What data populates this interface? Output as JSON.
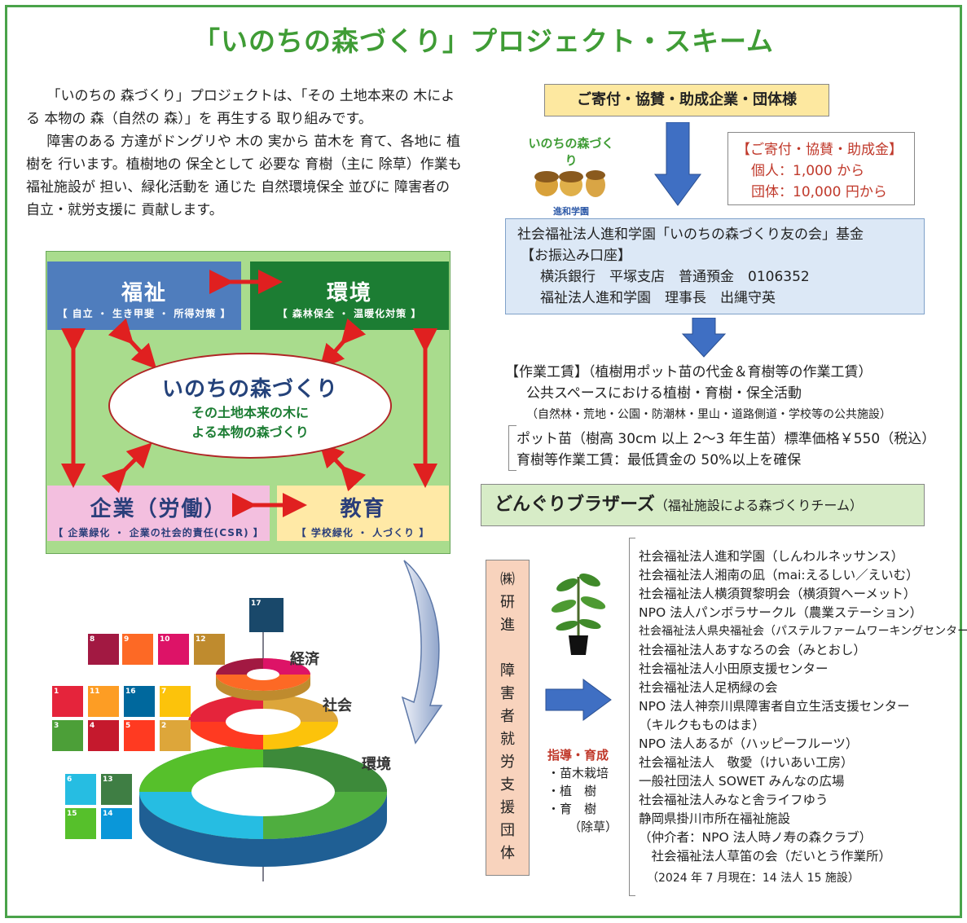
{
  "title": "「いのちの森づくり」プロジェクト・スキーム",
  "intro": {
    "p1": "「いのちの 森づくり」プロジェクトは、「その 土地本来の 木による 本物の 森（自然の 森）」を 再生する 取り組みです。",
    "p2": "障害のある 方達がドングリや 木の 実から 苗木を 育て、各地に 植樹を 行います。植樹地の 保全として 必要な 育樹（主に 除草）作業も 福祉施設が 担い、緑化活動を 通じた 自然環境保全 並びに 障害者の 自立・就労支援に 貢献します。"
  },
  "diagram": {
    "fukushi": {
      "title": "福祉",
      "sub": "【 自立 ・ 生き甲斐 ・ 所得対策 】"
    },
    "kankyo": {
      "title": "環境",
      "sub": "【 森林保全 ・ 温暖化対策 】"
    },
    "kigyo": {
      "title": "企業（労働）",
      "sub": "【 企業緑化 ・ 企業の社会的責任(CSR) 】"
    },
    "kyoiku": {
      "title": "教育",
      "sub": "【 学校緑化 ・ 人づくり 】"
    },
    "center": {
      "title": "いのちの森づくり",
      "line1": "その土地本来の木に",
      "line2": "よる本物の森づくり"
    }
  },
  "sdg": {
    "labels": {
      "keizai": "経済",
      "shakai": "社会",
      "kankyo": "環境"
    },
    "tiles": [
      {
        "num": "17",
        "color": "#19486a"
      },
      {
        "num": "8",
        "color": "#a21942"
      },
      {
        "num": "9",
        "color": "#fd6925"
      },
      {
        "num": "10",
        "color": "#dd1367"
      },
      {
        "num": "12",
        "color": "#bf8b2e"
      },
      {
        "num": "1",
        "color": "#e5243b"
      },
      {
        "num": "11",
        "color": "#fd9d24"
      },
      {
        "num": "16",
        "color": "#00689d"
      },
      {
        "num": "7",
        "color": "#fcc30b"
      },
      {
        "num": "3",
        "color": "#4c9f38"
      },
      {
        "num": "4",
        "color": "#c5192d"
      },
      {
        "num": "5",
        "color": "#ff3a21"
      },
      {
        "num": "2",
        "color": "#dda63a"
      },
      {
        "num": "6",
        "color": "#26bde2"
      },
      {
        "num": "13",
        "color": "#3f7e44"
      },
      {
        "num": "15",
        "color": "#56c02b"
      },
      {
        "num": "14",
        "color": "#0a97d9"
      }
    ]
  },
  "donor": "ご寄付・協賛・助成企業・団体様",
  "logo": {
    "title": "いのちの森づくり",
    "sub": "進和学園"
  },
  "amounts": {
    "head": "【ご寄付・協賛・助成金】",
    "individual": "個人：1,000 から",
    "group": "団体：10,000 円から"
  },
  "fund": {
    "l1": "社会福祉法人進和学園「いのちの森づくり友の会」基金",
    "l2": "【お振込み口座】",
    "l3": "横浜銀行　平塚支店　普通預金　0106352",
    "l4": "福祉法人進和学園　理事長　出縄守英"
  },
  "work": {
    "l1": "【作業工賃】（植樹用ポット苗の代金＆育樹等の作業工賃）",
    "l2": "公共スペースにおける植樹・育樹・保全活動",
    "l3": "（自然林・荒地・公園・防潮林・里山・道路側道・学校等の公共施設）"
  },
  "price": {
    "l1": "ポット苗（樹高 30cm 以上 2～3 年生苗）標準価格￥550（税込）",
    "l2": "育樹等作業工賃：最低賃金の 50%以上を確保"
  },
  "team": {
    "bold": "どんぐりブラザーズ",
    "sub": "（福祉施設による森づくりチーム）"
  },
  "kenshin": [
    "㈱",
    "研",
    "進",
    "",
    "障",
    "害",
    "者",
    "就",
    "労",
    "支",
    "援",
    "団",
    "体"
  ],
  "shido": {
    "head": "指導・育成",
    "i1": "・苗木栽培",
    "i2": "・植　樹",
    "i3": "・育　樹",
    "i4": "（除草）"
  },
  "orgs": [
    "社会福祉法人進和学園（しんわルネッサンス）",
    "社会福祉法人湘南の凪（mai:えるしい／えいむ）",
    "社会福祉法人横須賀黎明会（横須賀ヘーメット）",
    "NPO 法人パンボラサークル（農業ステーション）",
    "社会福祉法人県央福祉会（パステルファームワーキングセンター",
    "社会福祉法人あすなろの会（みとおし）",
    "社会福祉法人小田原支援センター",
    "社会福祉法人足柄緑の会",
    "NPO 法人神奈川県障害者自立生活支援センター",
    "（キルクもものはま）",
    "NPO 法人あるが（ハッピーフルーツ）",
    "社会福祉法人　敬愛（けいあい工房）",
    "一般社団法人 SOWET みんなの広場",
    "社会福祉法人みなと舎ライフゆう",
    "静岡県掛川市所在福祉施設",
    "（仲介者：NPO 法人時ノ寿の森クラブ）",
    "　社会福祉法人草笛の会（だいとう作業所）"
  ],
  "orgs_note": "（2024 年 7 月現在：14 法人 15 施設）"
}
